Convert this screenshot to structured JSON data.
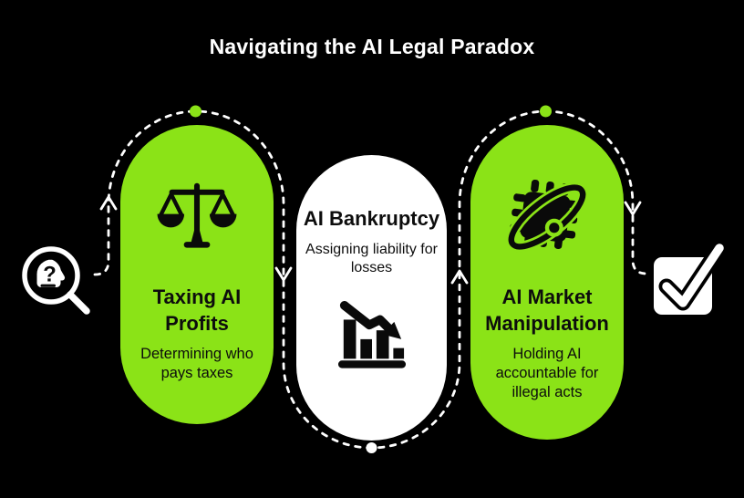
{
  "header": {
    "title": "Navigating the AI Legal Paradox"
  },
  "flow": {
    "start_icon": "question-head-magnifier",
    "end_icon": "checked-checkbox",
    "path_style": "dashed-serpentine",
    "direction_arrows": [
      "up",
      "down",
      "up",
      "down"
    ],
    "node_dots": [
      "green-top-left-card",
      "green-top-right-card",
      "white-bottom-middle-card"
    ]
  },
  "colors": {
    "background": "#000000",
    "accent_green": "#8BE317",
    "card_white": "#FFFFFF",
    "text_on_card": "#0D0D0D",
    "line_white": "#FFFFFF"
  },
  "cards": [
    {
      "title": "Taxing AI Profits",
      "description": "Determining who pays taxes",
      "icon": "scales-of-justice",
      "color": "green"
    },
    {
      "title": "AI Bankruptcy",
      "description": "Assigning liability for losses",
      "icon": "declining-bar-chart",
      "color": "white"
    },
    {
      "title": "AI Market Manipulation",
      "description": "Holding AI accountable for illegal acts",
      "icon": "ai-chip-orbit",
      "color": "green"
    }
  ]
}
